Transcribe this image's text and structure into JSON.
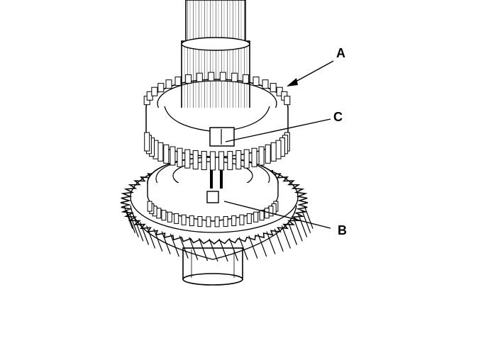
{
  "diagram": {
    "callouts": [
      {
        "id": "A",
        "label": "A"
      },
      {
        "id": "B",
        "label": "B"
      },
      {
        "id": "C",
        "label": "C"
      }
    ],
    "colors": {
      "ink": "#000000",
      "paper": "#ffffff",
      "shade": "#e6e6e6"
    }
  }
}
